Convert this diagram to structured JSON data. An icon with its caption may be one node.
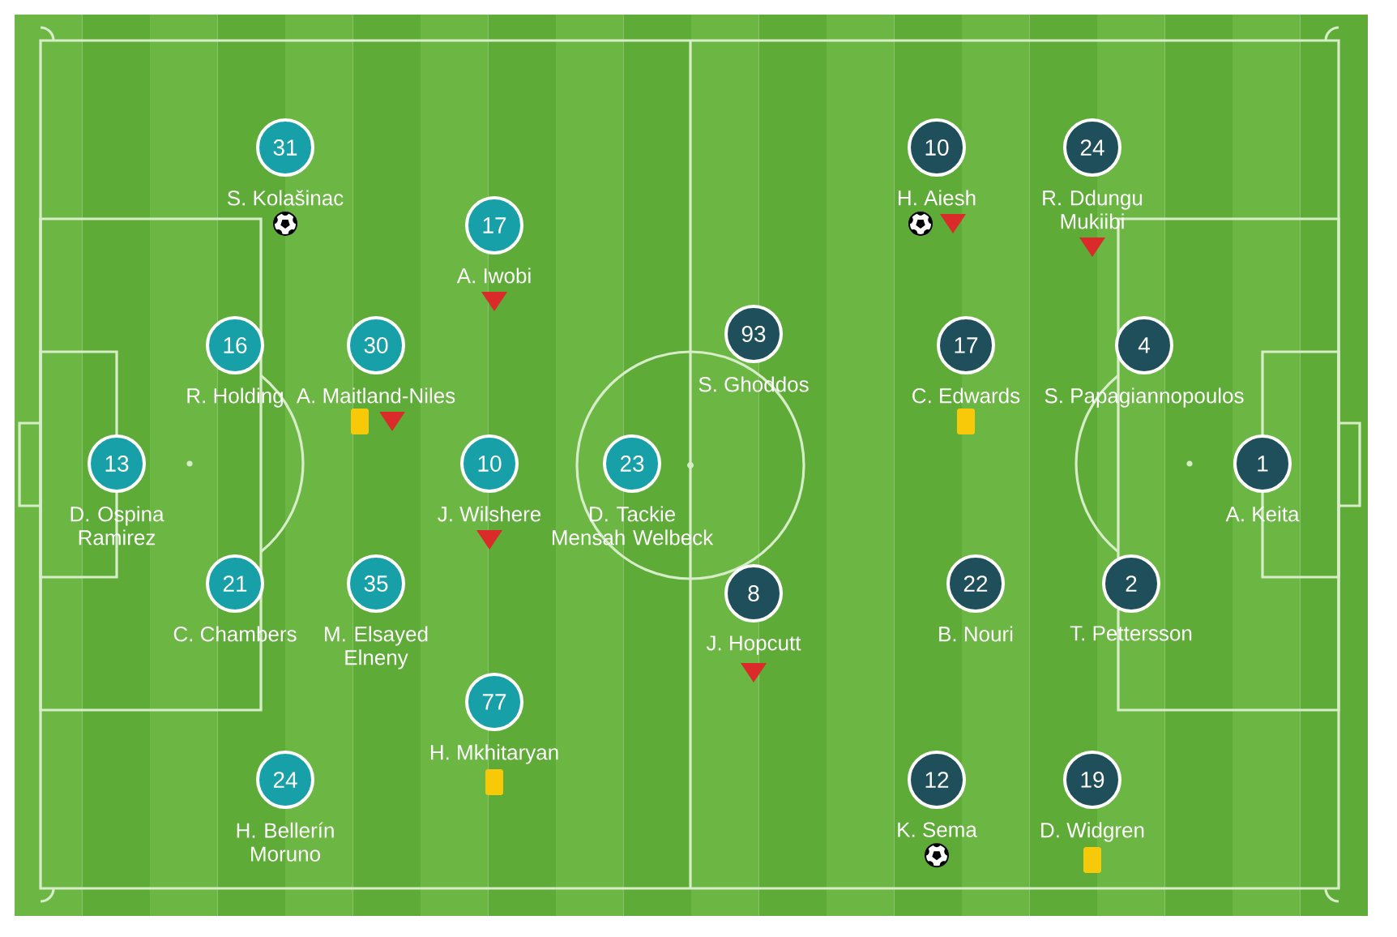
{
  "diagram": {
    "nodes": [
      {
        "text": [
          "31",
          "S. Kolašinac"
        ]
      },
      {
        "text": [
          "17",
          "A. Iwobi"
        ]
      },
      {
        "text": [
          "16",
          "R. Holding"
        ]
      },
      {
        "text": [
          "30",
          "A. Maitland-Niles"
        ]
      },
      {
        "text": [
          "13",
          "D. Ospina Ramirez"
        ]
      },
      {
        "text": [
          "10",
          "J. Wilshere"
        ]
      },
      {
        "text": [
          "23",
          "D. Tackie Mensah Welbeck"
        ]
      },
      {
        "text": [
          "21",
          "C. Chambers"
        ]
      },
      {
        "text": [
          "35",
          "M. Elsayed Elneny"
        ]
      },
      {
        "text": [
          "77",
          "H. Mkhitaryan"
        ]
      },
      {
        "text": [
          "24",
          "H. Bellerín Moruno"
        ]
      },
      {
        "text": [
          "10",
          "H. Aiesh"
        ]
      },
      {
        "text": [
          "24",
          "R. Ddungu Mukiibi"
        ]
      },
      {
        "text": [
          "93",
          "S. Ghoddos"
        ]
      },
      {
        "text": [
          "17",
          "C. Edwards"
        ]
      },
      {
        "text": [
          "4",
          "S. Papagiannopoulos"
        ]
      },
      {
        "text": [
          "1",
          "A. Keita"
        ]
      },
      {
        "text": [
          "8",
          "J. Hopcutt"
        ]
      },
      {
        "text": [
          "22",
          "B. Nouri"
        ]
      },
      {
        "text": [
          "2",
          "T. Pettersson"
        ]
      },
      {
        "text": [
          "12",
          "K. Sema"
        ]
      },
      {
        "text": [
          "19",
          "D. Widgren"
        ]
      }
    ]
  }
}
